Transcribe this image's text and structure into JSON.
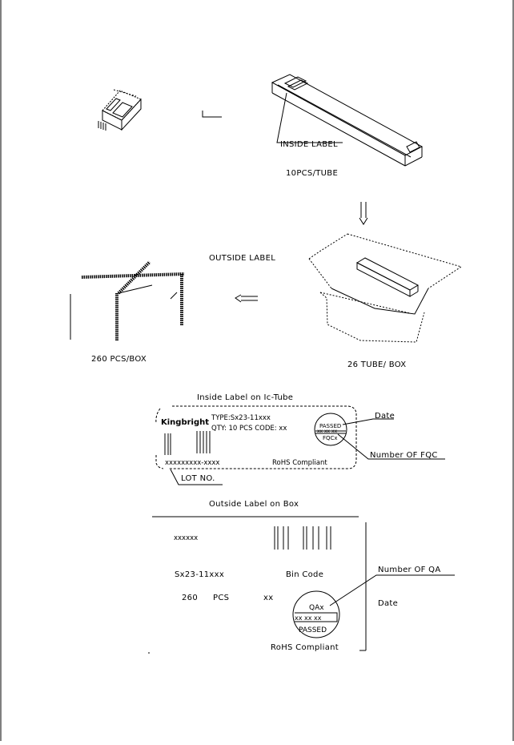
{
  "packing": {
    "inside_label_caption": "INSIDE LABEL",
    "tube_qty": "10PCS/TUBE",
    "outside_label_caption": "OUTSIDE LABEL",
    "box_qty_left": "260 PCS/BOX",
    "box_qty_right": "26 TUBE/ BOX"
  },
  "inside_label": {
    "title": "Inside Label on Ic-Tube",
    "brand": "Kingbright",
    "type_line": "TYPE:Sx23-11xxx",
    "qty_line": "QTY: 10 PCS CODE: xx",
    "stamp_top": "PASSED",
    "stamp_mid": "xx xx xx",
    "stamp_bottom": "FQCx",
    "lot_code": "xxxxxxxxx-xxxx",
    "rohs": "RoHS Compliant",
    "lot_no": "LOT NO.",
    "date_callout": "Date",
    "fqc_callout": "Number OF FQC"
  },
  "outside_label": {
    "title": "Outside Label on Box",
    "code_line": "xxxxxx",
    "part_number": "Sx23-11xxx",
    "bin_code": "Bin Code",
    "qty": "260",
    "qty_unit": "PCS",
    "code": "xx",
    "stamp_top": "QAx",
    "stamp_mid": "xx xx xx",
    "stamp_bottom": "PASSED",
    "rohs": "RoHS Compliant",
    "qa_callout": "Number OF QA",
    "date_callout": "Date"
  }
}
